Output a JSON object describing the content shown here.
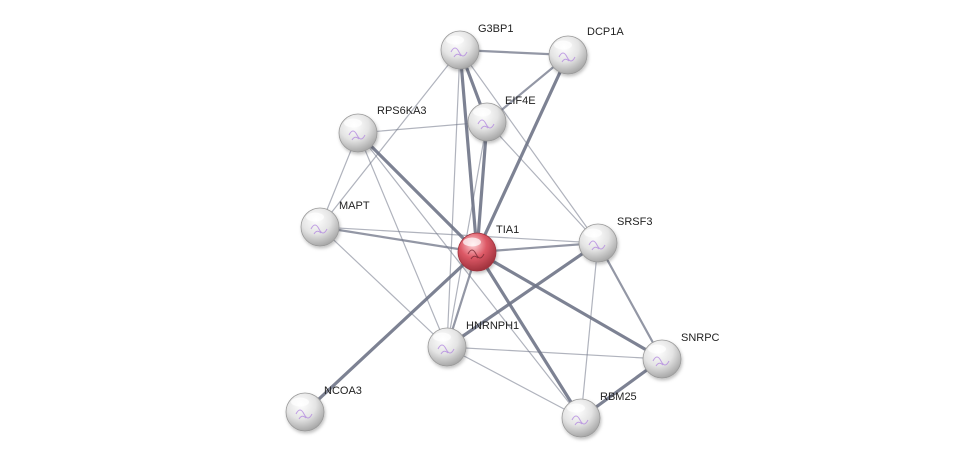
{
  "network": {
    "nodes": [
      {
        "id": "TIA1",
        "label": "TIA1",
        "query": true
      },
      {
        "id": "G3BP1",
        "label": "G3BP1",
        "query": false
      },
      {
        "id": "DCP1A",
        "label": "DCP1A",
        "query": false
      },
      {
        "id": "EIF4E",
        "label": "EIF4E",
        "query": false
      },
      {
        "id": "RPS6KA3",
        "label": "RPS6KA3",
        "query": false
      },
      {
        "id": "MAPT",
        "label": "MAPT",
        "query": false
      },
      {
        "id": "SRSF3",
        "label": "SRSF3",
        "query": false
      },
      {
        "id": "HNRNPH1",
        "label": "HNRNPH1",
        "query": false
      },
      {
        "id": "SNRPC",
        "label": "SNRPC",
        "query": false
      },
      {
        "id": "NCOA3",
        "label": "NCOA3",
        "query": false
      },
      {
        "id": "RBM25",
        "label": "RBM25",
        "query": false
      }
    ],
    "edges": [
      {
        "source": "TIA1",
        "target": "G3BP1",
        "strength": "strong"
      },
      {
        "source": "TIA1",
        "target": "EIF4E",
        "strength": "strong"
      },
      {
        "source": "TIA1",
        "target": "DCP1A",
        "strength": "strong"
      },
      {
        "source": "TIA1",
        "target": "RPS6KA3",
        "strength": "strong"
      },
      {
        "source": "TIA1",
        "target": "MAPT",
        "strength": "medium"
      },
      {
        "source": "TIA1",
        "target": "SRSF3",
        "strength": "medium"
      },
      {
        "source": "TIA1",
        "target": "HNRNPH1",
        "strength": "medium"
      },
      {
        "source": "TIA1",
        "target": "SNRPC",
        "strength": "strong"
      },
      {
        "source": "TIA1",
        "target": "NCOA3",
        "strength": "strong"
      },
      {
        "source": "TIA1",
        "target": "RBM25",
        "strength": "strong"
      },
      {
        "source": "G3BP1",
        "target": "DCP1A",
        "strength": "medium"
      },
      {
        "source": "G3BP1",
        "target": "EIF4E",
        "strength": "strong"
      },
      {
        "source": "G3BP1",
        "target": "MAPT",
        "strength": "weak"
      },
      {
        "source": "G3BP1",
        "target": "HNRNPH1",
        "strength": "weak"
      },
      {
        "source": "G3BP1",
        "target": "SRSF3",
        "strength": "weak"
      },
      {
        "source": "DCP1A",
        "target": "EIF4E",
        "strength": "medium"
      },
      {
        "source": "EIF4E",
        "target": "RPS6KA3",
        "strength": "weak"
      },
      {
        "source": "EIF4E",
        "target": "HNRNPH1",
        "strength": "weak"
      },
      {
        "source": "EIF4E",
        "target": "SRSF3",
        "strength": "weak"
      },
      {
        "source": "RPS6KA3",
        "target": "MAPT",
        "strength": "weak"
      },
      {
        "source": "RPS6KA3",
        "target": "HNRNPH1",
        "strength": "weak"
      },
      {
        "source": "RPS6KA3",
        "target": "RBM25",
        "strength": "weak"
      },
      {
        "source": "MAPT",
        "target": "SRSF3",
        "strength": "weak"
      },
      {
        "source": "MAPT",
        "target": "HNRNPH1",
        "strength": "weak"
      },
      {
        "source": "SRSF3",
        "target": "HNRNPH1",
        "strength": "strong"
      },
      {
        "source": "SRSF3",
        "target": "SNRPC",
        "strength": "medium"
      },
      {
        "source": "SRSF3",
        "target": "RBM25",
        "strength": "weak"
      },
      {
        "source": "HNRNPH1",
        "target": "SNRPC",
        "strength": "weak"
      },
      {
        "source": "HNRNPH1",
        "target": "RBM25",
        "strength": "weak"
      },
      {
        "source": "SNRPC",
        "target": "RBM25",
        "strength": "strong"
      }
    ]
  },
  "colors": {
    "query_node": "#d9545f",
    "node": "#e8e8e8",
    "edge": "#6f7487",
    "label": "#222222"
  }
}
